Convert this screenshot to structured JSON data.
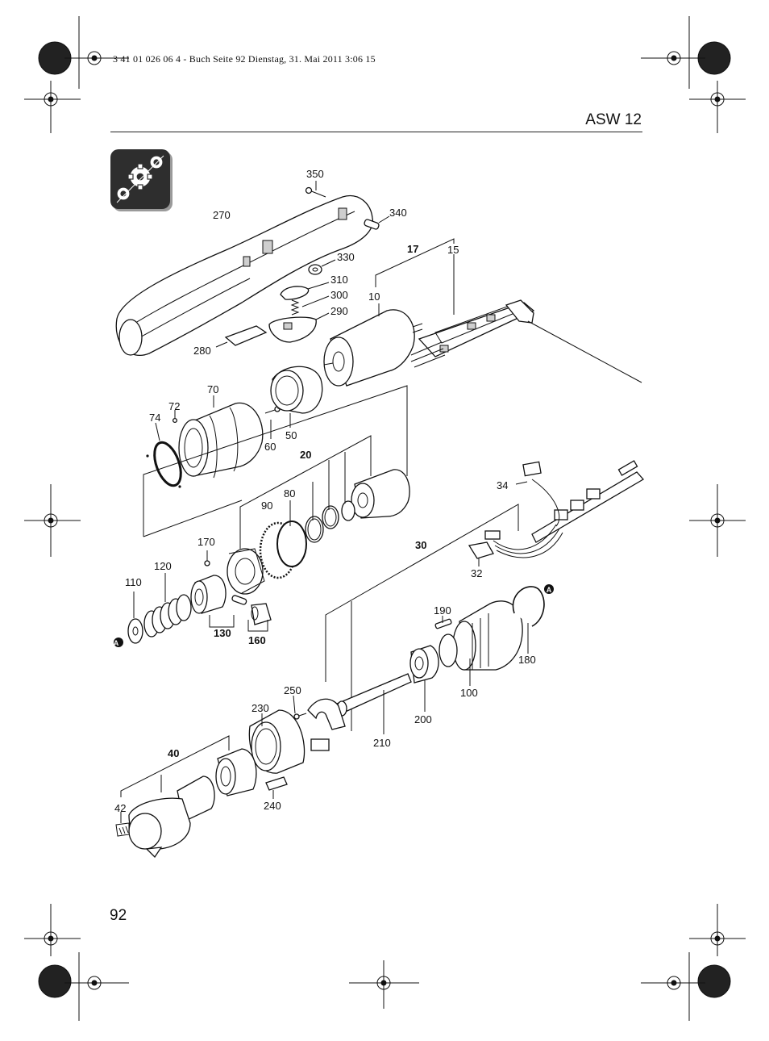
{
  "header": {
    "print_line": "3 41 01 026 06 4 - Buch  Seite 92  Dienstag, 31. Mai 2011  3:06 15",
    "model": "ASW 12"
  },
  "footer": {
    "page_number": "92"
  },
  "badge": {
    "icon": "gear-assembly-icon"
  },
  "diagram": {
    "labels": {
      "l350": "350",
      "l340": "340",
      "l270": "270",
      "l330": "330",
      "l17": "17",
      "l15": "15",
      "l310": "310",
      "l300": "300",
      "l10": "10",
      "l290": "290",
      "l280": "280",
      "l70": "70",
      "l72": "72",
      "l74": "74",
      "l60": "60",
      "l50": "50",
      "l20": "20",
      "l80": "80",
      "l90": "90",
      "l34": "34",
      "l170": "170",
      "l120": "120",
      "l110": "110",
      "l30": "30",
      "l32": "32",
      "l130": "130",
      "l160": "160",
      "lA1": "A",
      "lA2": "A",
      "l190": "190",
      "l180": "180",
      "l100": "100",
      "l250": "250",
      "l230": "230",
      "l200": "200",
      "l210": "210",
      "l40": "40",
      "l240": "240",
      "l42": "42"
    }
  }
}
